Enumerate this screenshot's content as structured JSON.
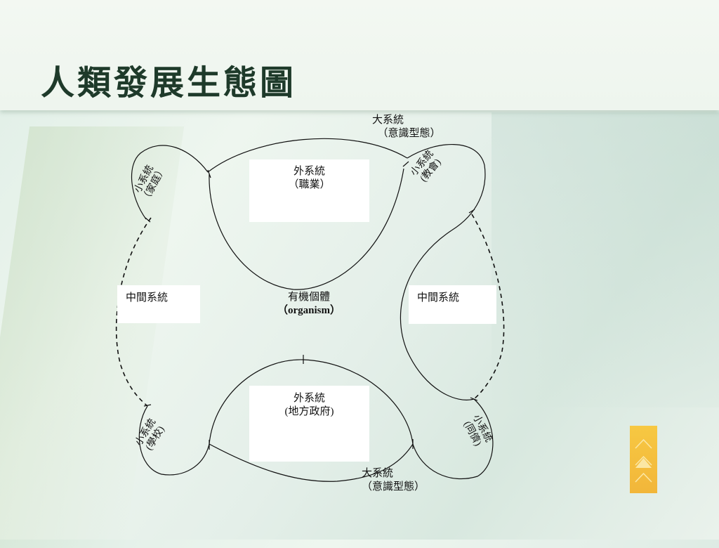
{
  "title": "人類發展生態圖",
  "center": {
    "line1": "有機個體",
    "line2": "（organism）"
  },
  "top_macro": {
    "line1": "大系統",
    "line2": "（意識型態）"
  },
  "bottom_macro": {
    "line1": "大系統",
    "line2": "（意識型態）"
  },
  "top_exo": {
    "line1": "外系統",
    "line2": "（職業）"
  },
  "bottom_exo": {
    "line1": "外系統",
    "line2": "(地方政府)"
  },
  "left_meso": "中間系統",
  "right_meso": "中間系統",
  "micro_family": {
    "line1": "小系統",
    "line2": "（家庭）"
  },
  "micro_church": {
    "line1": "小系統",
    "line2": "(教會)"
  },
  "micro_school": {
    "line1": "小系統",
    "line2": "(學校)"
  },
  "micro_peers": {
    "line1": "小系統",
    "line2": "(同儕)"
  },
  "nav_button_color": "#f2b63a"
}
